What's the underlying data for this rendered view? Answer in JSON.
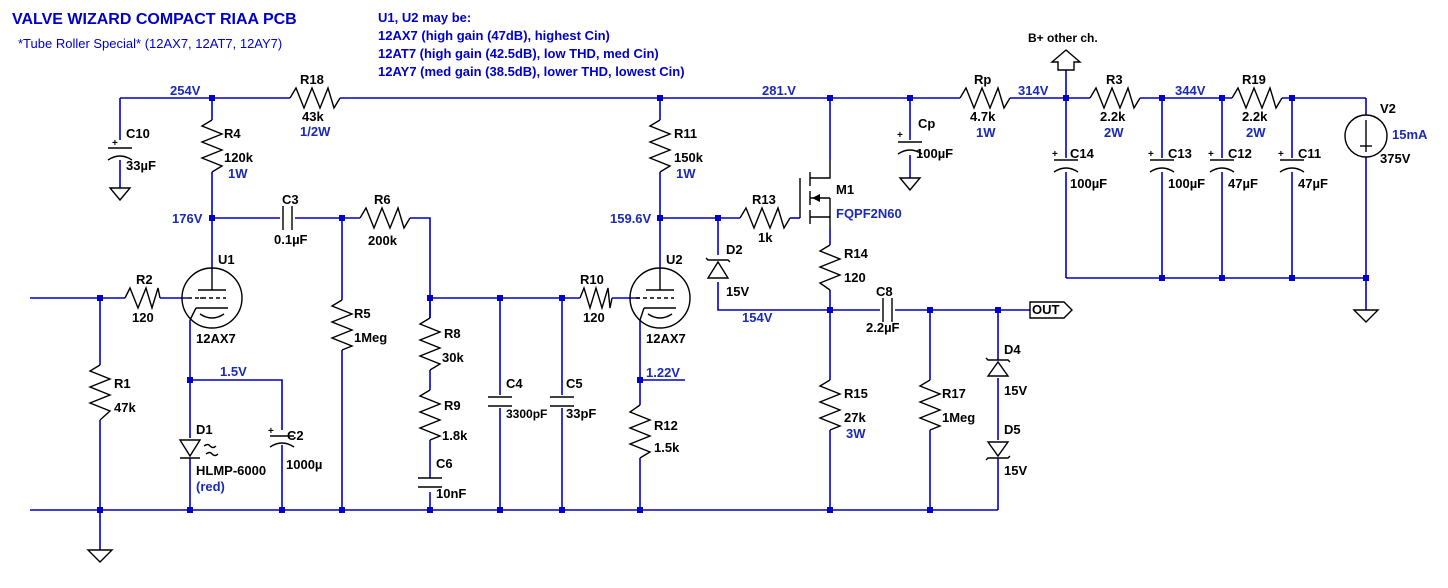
{
  "title": "VALVE WIZARD COMPACT RIAA PCB",
  "subtitle": "*Tube Roller Special* (12AX7, 12AT7, 12AY7)",
  "notes": [
    "U1, U2 may be:",
    "12AX7 (high gain (47dB), highest Cin)",
    "12AT7 (high gain (42.5dB), low THD, med Cin)",
    "12AY7 (med gain (38.5dB), lower THD, lowest Cin)"
  ],
  "nodes": {
    "n254": "254V",
    "n176": "176V",
    "n15": "1.5V",
    "n281": "281.V",
    "n1596": "159.6V",
    "n122": "1.22V",
    "n154": "154V",
    "n314": "314V",
    "n344": "344V",
    "bplus": "B+ other ch.",
    "out": "OUT"
  },
  "parts": {
    "r1": {
      "name": "R1",
      "value": "47k"
    },
    "r2": {
      "name": "R2",
      "value": "120"
    },
    "r4": {
      "name": "R4",
      "value": "120k",
      "rating": "1W"
    },
    "r18": {
      "name": "R18",
      "value": "43k",
      "rating": "1/2W"
    },
    "c10": {
      "name": "C10",
      "value": "33µF"
    },
    "c3": {
      "name": "C3",
      "value": "0.1µF"
    },
    "r6": {
      "name": "R6",
      "value": "200k"
    },
    "r5": {
      "name": "R5",
      "value": "1Meg"
    },
    "u1": {
      "name": "U1",
      "value": "12AX7"
    },
    "d1": {
      "name": "D1",
      "value": "HLMP-6000",
      "note": "(red)"
    },
    "c2": {
      "name": "C2",
      "value": "1000µ"
    },
    "r8": {
      "name": "R8",
      "value": "30k"
    },
    "r9": {
      "name": "R9",
      "value": "1.8k"
    },
    "c6": {
      "name": "C6",
      "value": "10nF"
    },
    "c4": {
      "name": "C4",
      "value": "3300pF"
    },
    "c5": {
      "name": "C5",
      "value": "33pF"
    },
    "r10": {
      "name": "R10",
      "value": "120"
    },
    "u2": {
      "name": "U2",
      "value": "12AX7"
    },
    "r12": {
      "name": "R12",
      "value": "1.5k"
    },
    "r11": {
      "name": "R11",
      "value": "150k",
      "rating": "1W"
    },
    "r13": {
      "name": "R13",
      "value": "1k"
    },
    "d2": {
      "name": "D2",
      "value": "15V"
    },
    "m1": {
      "name": "M1",
      "value": "FQPF2N60"
    },
    "r14": {
      "name": "R14",
      "value": "120"
    },
    "c8": {
      "name": "C8",
      "value": "2.2µF"
    },
    "r15": {
      "name": "R15",
      "value": "27k",
      "rating": "3W"
    },
    "r17": {
      "name": "R17",
      "value": "1Meg"
    },
    "d4": {
      "name": "D4",
      "value": "15V"
    },
    "d5": {
      "name": "D5",
      "value": "15V"
    },
    "cp": {
      "name": "Cp",
      "value": "100µF"
    },
    "rp": {
      "name": "Rp",
      "value": "4.7k",
      "rating": "1W"
    },
    "c14": {
      "name": "C14",
      "value": "100µF"
    },
    "r3": {
      "name": "R3",
      "value": "2.2k",
      "rating": "2W"
    },
    "c13": {
      "name": "C13",
      "value": "100µF"
    },
    "c12": {
      "name": "C12",
      "value": "47µF"
    },
    "r19": {
      "name": "R19",
      "value": "2.2k",
      "rating": "2W"
    },
    "c11": {
      "name": "C11",
      "value": "47µF"
    },
    "v2": {
      "name": "V2",
      "value": "375V",
      "current": "15mA"
    }
  }
}
